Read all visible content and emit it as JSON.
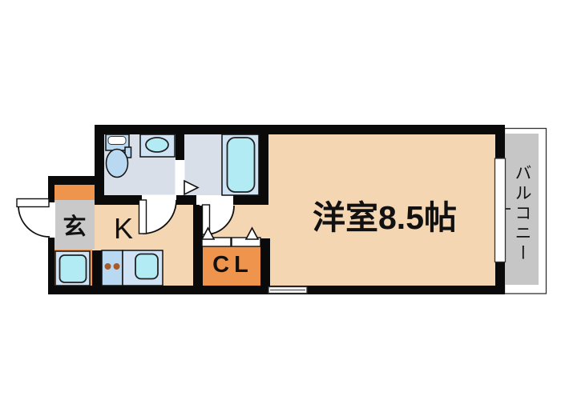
{
  "document": {
    "type": "apartment-floor-plan"
  },
  "labels": {
    "entrance": "玄",
    "kitchen": "K",
    "closet": "CL",
    "main_room": "洋室8.5帖",
    "balcony": "バルコニー"
  },
  "fixtures": [
    "entrance-door-swing",
    "toilet",
    "toilet-tank",
    "washbasin",
    "bathtub",
    "bath-folding-door-arrow",
    "washroom-door-swing",
    "room-door-swing",
    "closet-bifold-doors",
    "kitchen-counter",
    "stove-burners",
    "kitchen-sink",
    "washing-machine",
    "balcony-window",
    "bottom-window"
  ],
  "colors": {
    "wall": "#0a0a0a",
    "floor": "#f4d6b2",
    "wet_floor": "#d9dfe8",
    "accent_orange": "#ef944c",
    "entrance_gray": "#c9c9c9",
    "balcony_gray": "#c6c6c6",
    "fixture_blue": "#b9d9f3",
    "fixture_light_blue": "#cfe3f5",
    "water_cyan": "#b2ebf4",
    "burner_brown": "#a65b28"
  }
}
